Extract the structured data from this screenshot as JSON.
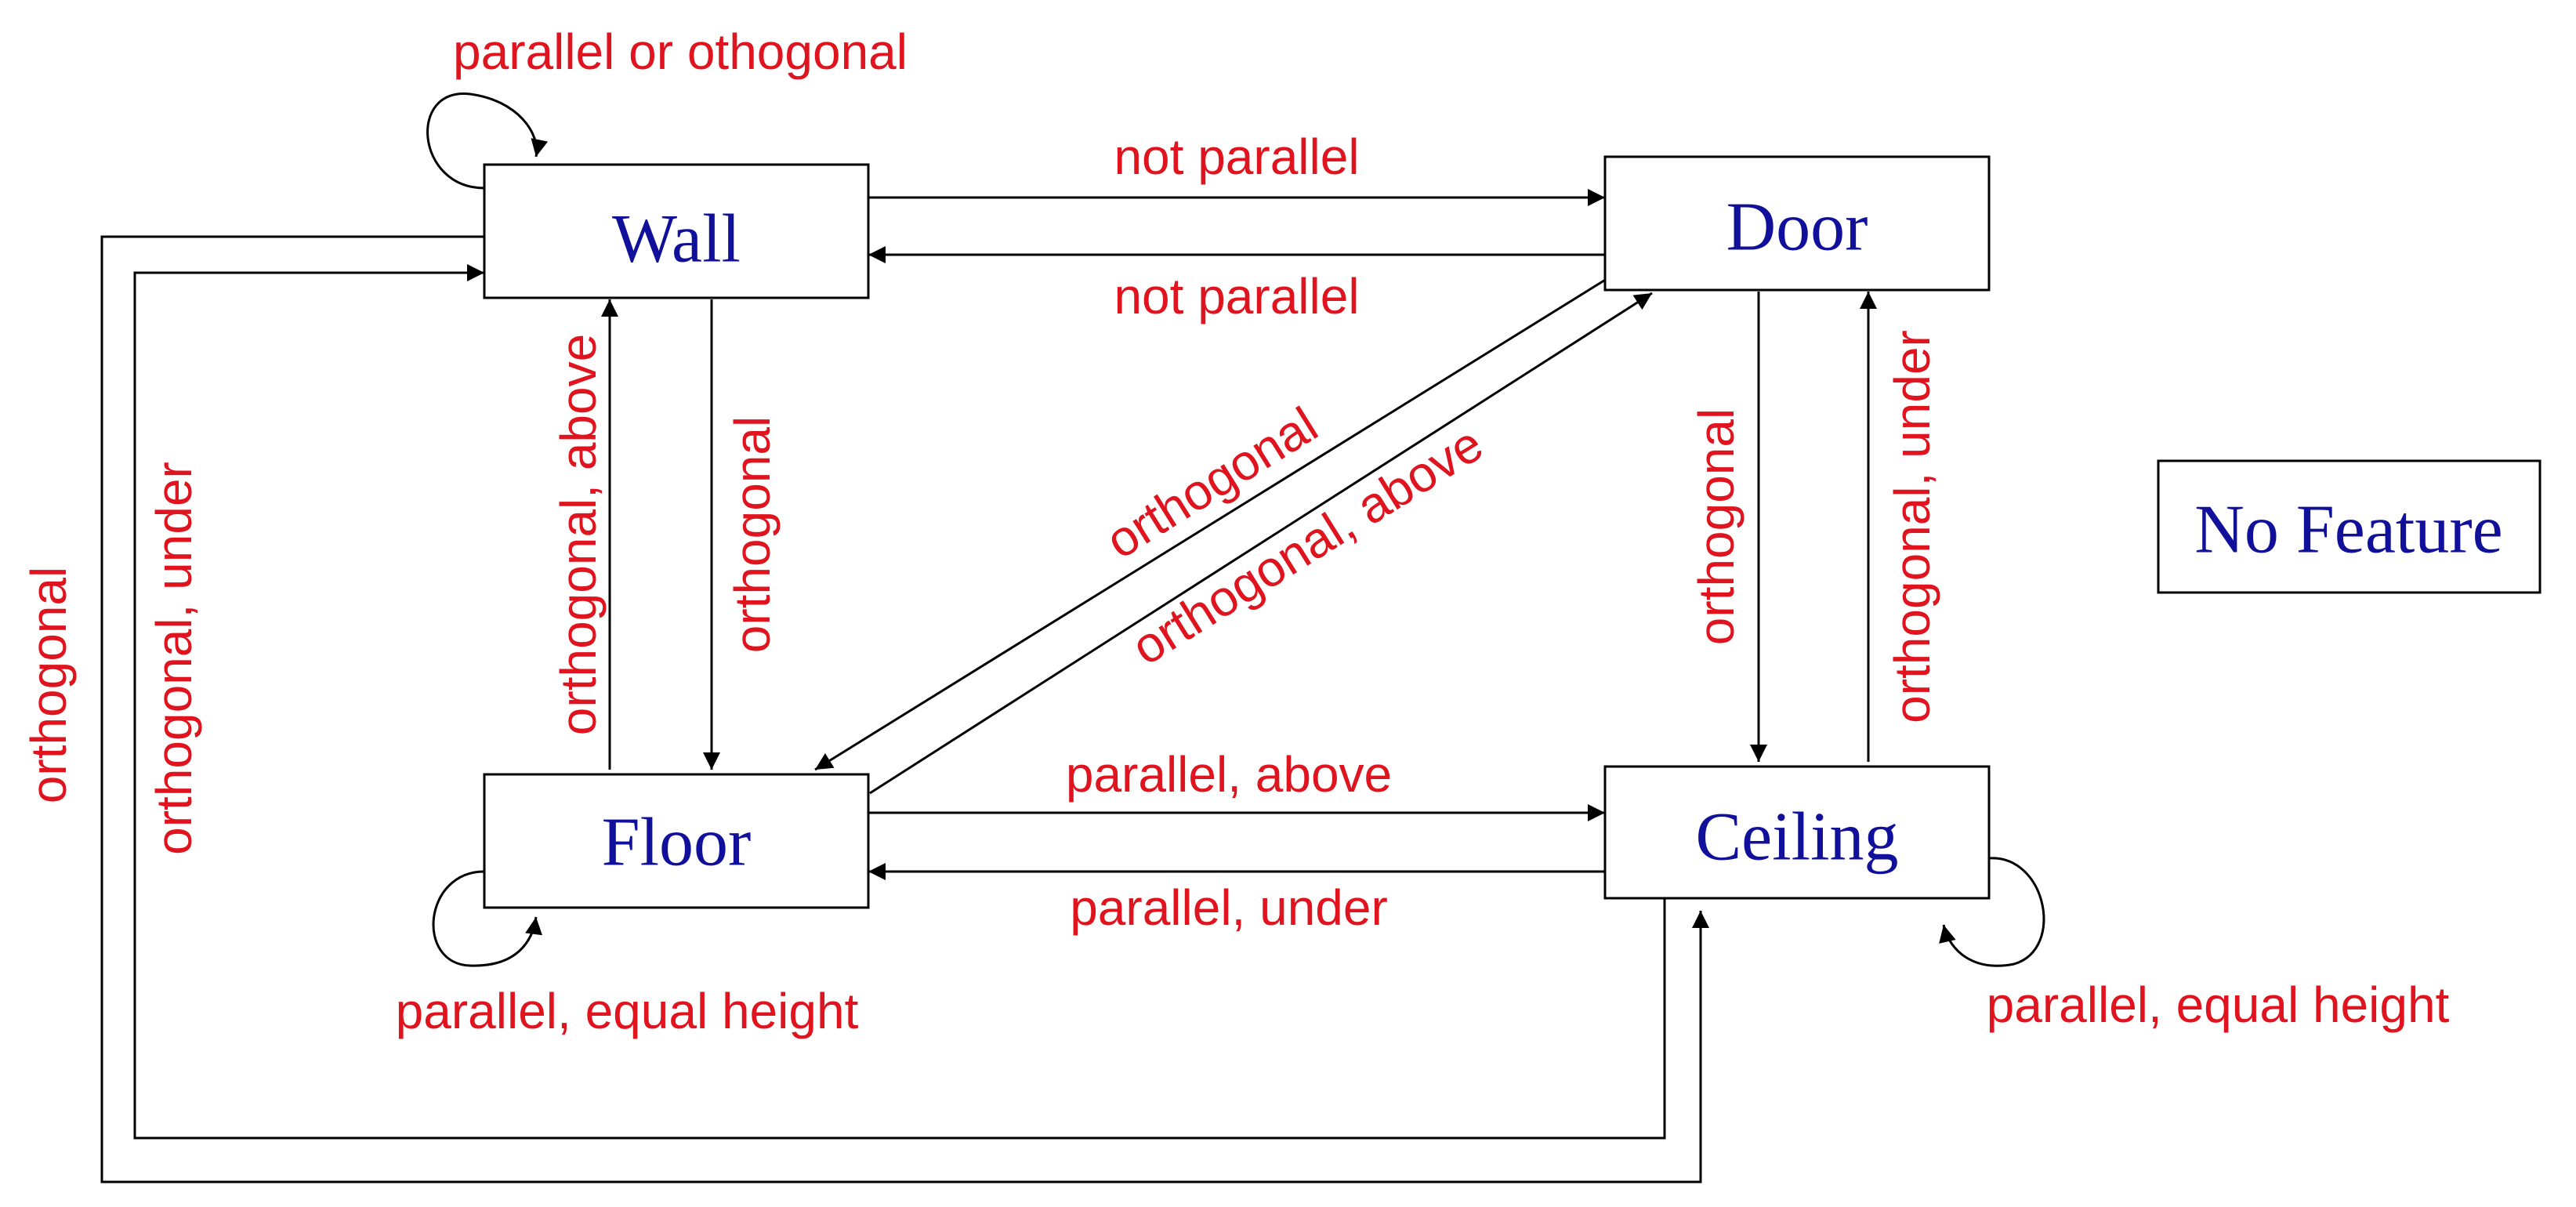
{
  "colors": {
    "node_text": "#10109a",
    "edge_label": "#e0141e",
    "edge": "#000000",
    "background": "#ffffff"
  },
  "nodes": {
    "wall": "Wall",
    "door": "Door",
    "floor": "Floor",
    "ceiling": "Ceiling",
    "no_feature": "No Feature"
  },
  "edges": {
    "wall_self": "parallel or othogonal",
    "wall_to_door": "not parallel",
    "door_to_wall": "not parallel",
    "floor_to_wall": "orthogonal, above",
    "wall_to_floor": "orthogonal",
    "door_to_floor": "orthogonal",
    "floor_to_door": "orthogonal, above",
    "door_to_ceiling": "orthogonal",
    "ceiling_to_door": "orthogonal, under",
    "floor_to_ceiling": "parallel, above",
    "ceiling_to_floor": "parallel, under",
    "floor_self": "parallel, equal height",
    "ceiling_self": "parallel, equal height",
    "wall_to_ceiling": "orthogonal",
    "ceiling_to_wall": "orthogonal, under"
  }
}
